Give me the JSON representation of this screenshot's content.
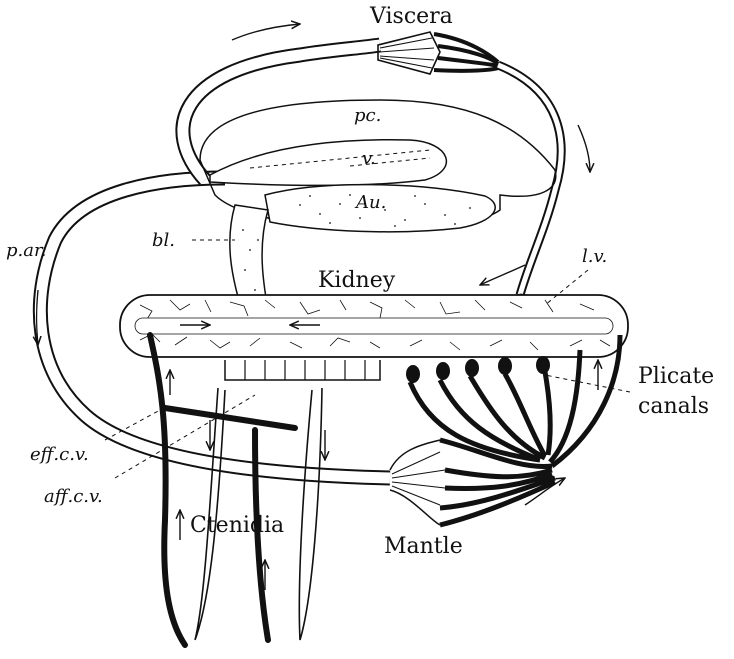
{
  "figure": {
    "labels": {
      "viscera": "Viscera",
      "pc": "pc.",
      "v": "v.",
      "au": "Au.",
      "bl": "bl.",
      "par": "p.ar.",
      "lv": "l.v.",
      "kidney": "Kidney",
      "plicate": "Plicate",
      "canals": "canals",
      "effcv": "eff.c.v.",
      "affcv": "aff.c.v.",
      "ctenidia": "Ctenidia",
      "mantle": "Mantle"
    },
    "colors": {
      "ink": "#111111",
      "paper": "#ffffff"
    }
  }
}
